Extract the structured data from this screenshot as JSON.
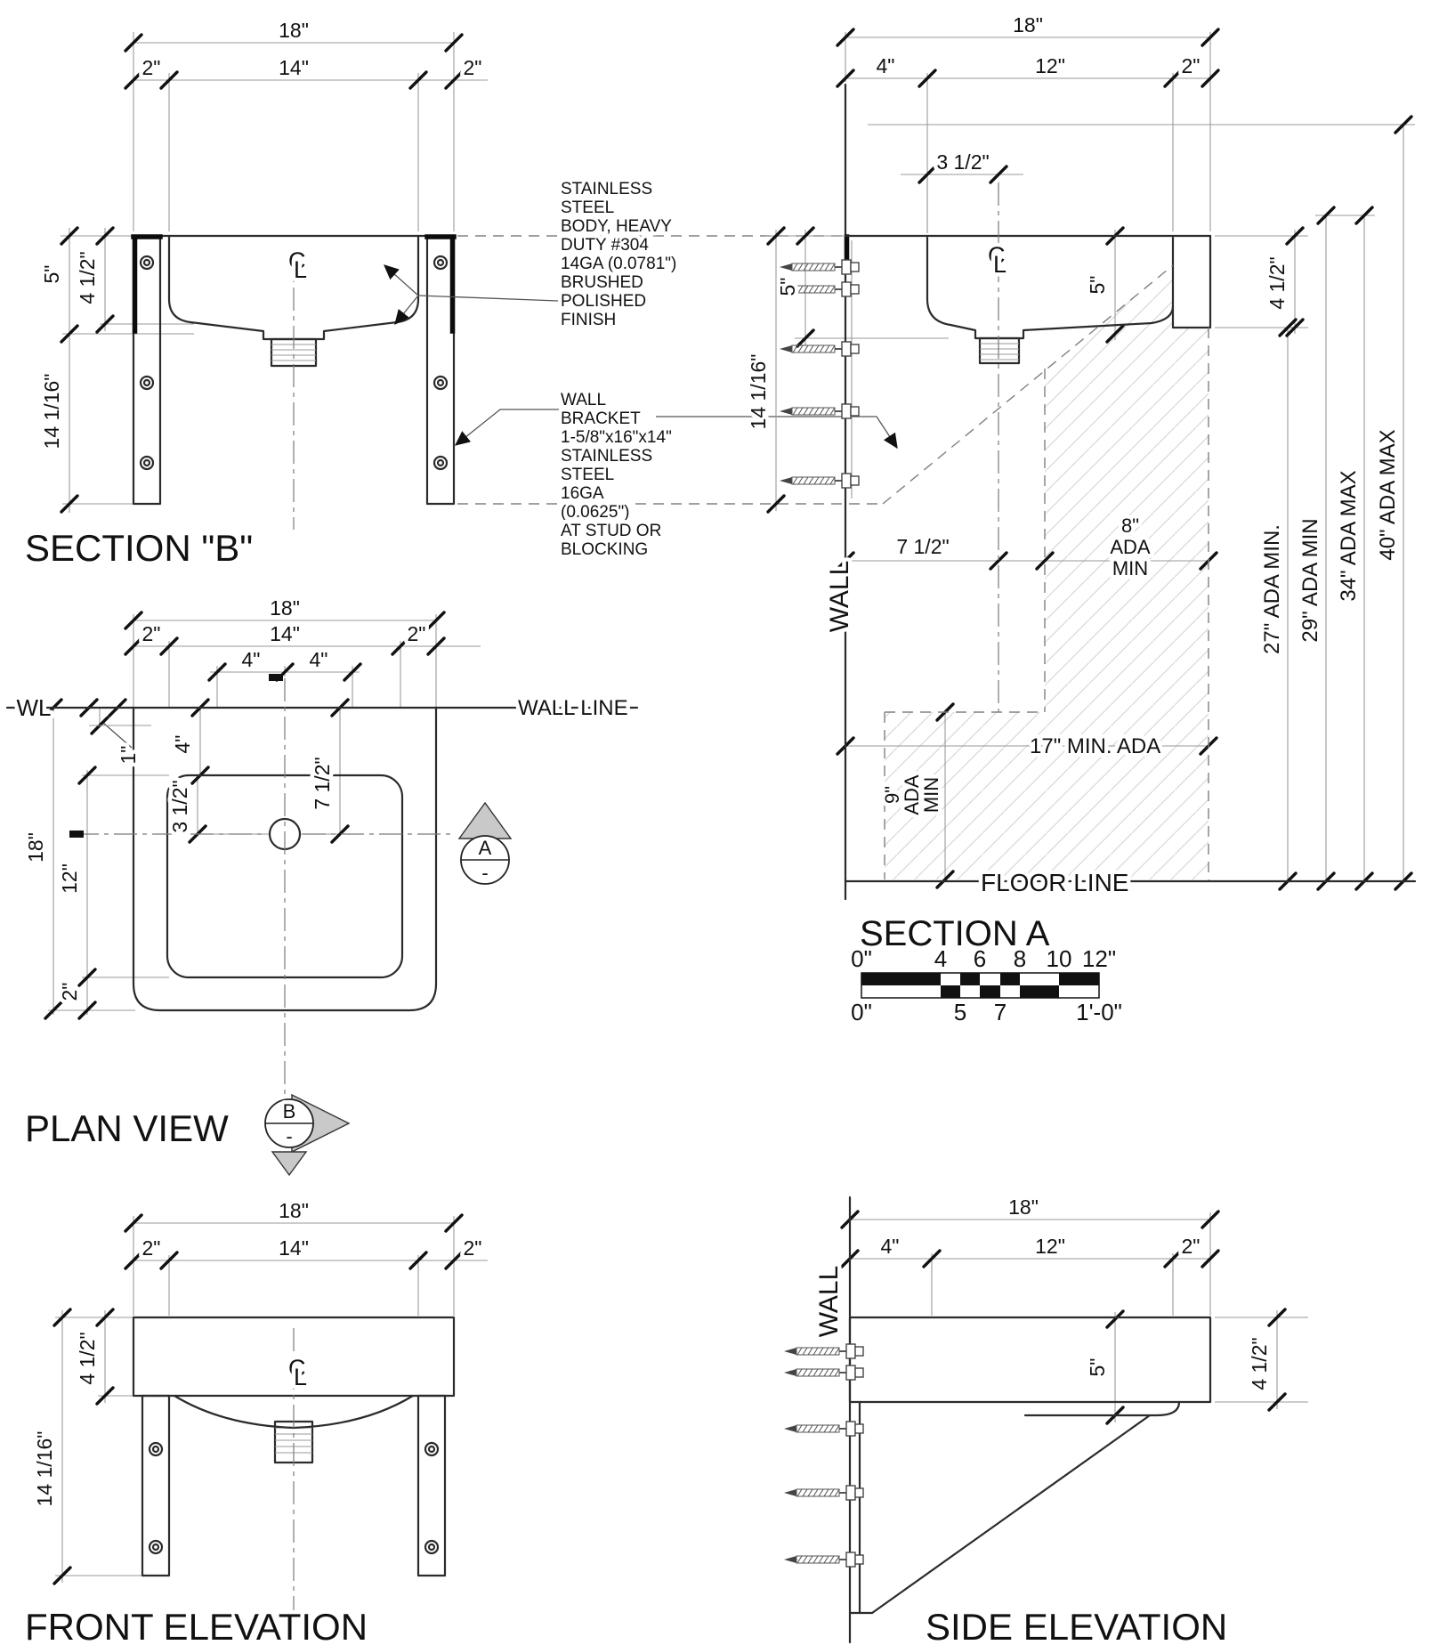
{
  "titles": {
    "section_b": "SECTION \"B\"",
    "section_a": "SECTION A",
    "plan": "PLAN VIEW",
    "front": "FRONT ELEVATION",
    "side": "SIDE ELEVATION"
  },
  "labels": {
    "wall": "WALL",
    "wl": "WL",
    "wall_line": "WALL LINE",
    "floor_line": "FLOOR LINE"
  },
  "symbols": {
    "c": "C",
    "l": "L",
    "dash": "-",
    "marker_a": "A",
    "marker_b": "B"
  },
  "notes": {
    "body": [
      "STAINLESS",
      "STEEL",
      "BODY, HEAVY",
      "DUTY #304",
      "14GA (0.0781\")",
      "BRUSHED",
      "POLISHED",
      "FINISH"
    ],
    "bracket": [
      "WALL",
      "BRACKET",
      "1-5/8\"x16\"x14\"",
      "STAINLESS",
      "STEEL",
      "16GA",
      "(0.0625\")",
      "AT STUD OR",
      "BLOCKING"
    ]
  },
  "section_b": {
    "d18": "18\"",
    "d2l": "2\"",
    "d14": "14\"",
    "d2r": "2\"",
    "d5": "5\"",
    "d45": "4 1/2\"",
    "d1416": "14 1/16\""
  },
  "section_a": {
    "d18": "18\"",
    "d4": "4\"",
    "d12": "12\"",
    "d2": "2\"",
    "d35": "3 1/2\"",
    "d5l": "5\"",
    "d5r": "5\"",
    "d1416": "14 1/16\"",
    "d45": "4 1/2\"",
    "d75": "7 1/2\"",
    "ada8": [
      "8\"",
      "ADA",
      "MIN"
    ],
    "ada9": [
      "9\"",
      "ADA",
      "MIN"
    ],
    "ada17": "17\" MIN. ADA",
    "ada27": "27\" ADA MIN.",
    "ada29": "29\" ADA MIN",
    "ada34": "34\" ADA MAX",
    "ada40": "40\" ADA MAX"
  },
  "plan": {
    "d18t": "18\"",
    "d2l": "2\"",
    "d14": "14\"",
    "d2r": "2\"",
    "d4a": "4\"",
    "d4b": "4\"",
    "d1": "1\"",
    "d4v": "4\"",
    "d35": "3 1/2\"",
    "d75": "7 1/2\"",
    "d18s": "18\"",
    "d12": "12\"",
    "d2b": "2\""
  },
  "front": {
    "d18": "18\"",
    "d2l": "2\"",
    "d14": "14\"",
    "d2r": "2\"",
    "d45": "4 1/2\"",
    "d1416": "14 1/16\""
  },
  "side": {
    "d18": "18\"",
    "d4": "4\"",
    "d12": "12\"",
    "d2": "2\"",
    "d5": "5\"",
    "d45": "4 1/2\""
  },
  "scale_bar": {
    "top": [
      "0\"",
      "4",
      "6",
      "8",
      "10",
      "12\""
    ],
    "bottom": [
      "0\"",
      "5",
      "7",
      "1'-0\""
    ]
  }
}
